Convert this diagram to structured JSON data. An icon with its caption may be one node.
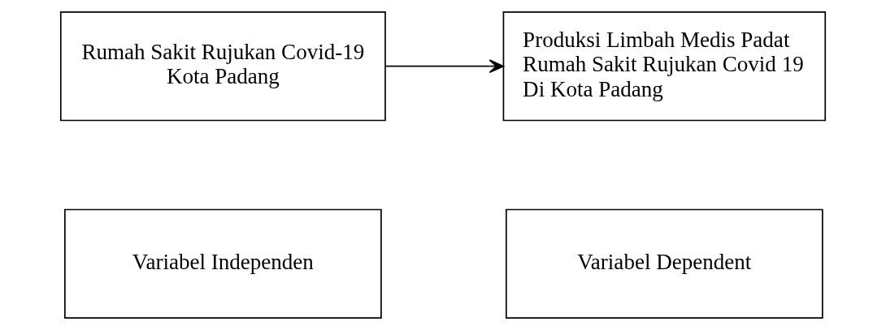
{
  "diagram": {
    "nodes": [
      {
        "text": [
          "Variabel Independen"
        ]
      },
      {
        "text": [
          "Variabel Dependent"
        ]
      },
      {
        "text": [
          "Rumah Sakit Rujukan Covid-19 Kota Padang"
        ]
      },
      {
        "text": [
          "Produksi Limbah Medis Padat Rumah Sakit Rujukan Covid 19 Di Kota Padang"
        ]
      }
    ],
    "edges": [
      {
        "from": 2,
        "to": 3,
        "arrow": "to"
      }
    ]
  }
}
